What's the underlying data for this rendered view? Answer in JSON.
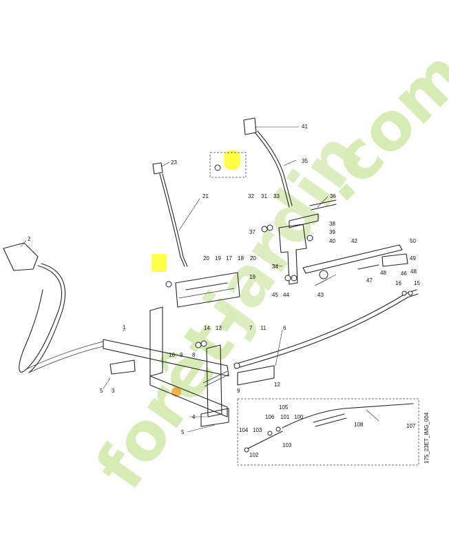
{
  "diagram": {
    "image_code": "175_23ET_IMG_004",
    "watermark_parts": [
      "forêt-",
      "jardin",
      ".com"
    ],
    "highlight_color": "#ffff33",
    "watermark_color_orange": "#f0a020",
    "watermark_color_green": "#cfe8a8",
    "labels": [
      {
        "text": "1"
      },
      {
        "text": "2"
      },
      {
        "text": "3"
      },
      {
        "text": "4"
      },
      {
        "text": "5"
      },
      {
        "text": "5"
      },
      {
        "text": "6"
      },
      {
        "text": "7"
      },
      {
        "text": "8"
      },
      {
        "text": "9"
      },
      {
        "text": "9"
      },
      {
        "text": "10"
      },
      {
        "text": "11"
      },
      {
        "text": "12"
      },
      {
        "text": "13"
      },
      {
        "text": "14"
      },
      {
        "text": "15"
      },
      {
        "text": "16"
      },
      {
        "text": "17"
      },
      {
        "text": "18"
      },
      {
        "text": "19"
      },
      {
        "text": "19"
      },
      {
        "text": "20"
      },
      {
        "text": "20"
      },
      {
        "text": "21"
      },
      {
        "text": "23"
      },
      {
        "text": "31"
      },
      {
        "text": "32"
      },
      {
        "text": "33"
      },
      {
        "text": "34"
      },
      {
        "text": "35"
      },
      {
        "text": "36"
      },
      {
        "text": "37"
      },
      {
        "text": "38"
      },
      {
        "text": "39"
      },
      {
        "text": "40"
      },
      {
        "text": "41"
      },
      {
        "text": "42"
      },
      {
        "text": "43"
      },
      {
        "text": "44"
      },
      {
        "text": "45"
      },
      {
        "text": "46"
      },
      {
        "text": "47"
      },
      {
        "text": "48"
      },
      {
        "text": "48"
      },
      {
        "text": "49"
      },
      {
        "text": "50"
      },
      {
        "text": "100"
      },
      {
        "text": "101"
      },
      {
        "text": "102"
      },
      {
        "text": "103"
      },
      {
        "text": "103"
      },
      {
        "text": "104"
      },
      {
        "text": "105"
      },
      {
        "text": "106"
      },
      {
        "text": "107"
      },
      {
        "text": "108"
      }
    ]
  }
}
